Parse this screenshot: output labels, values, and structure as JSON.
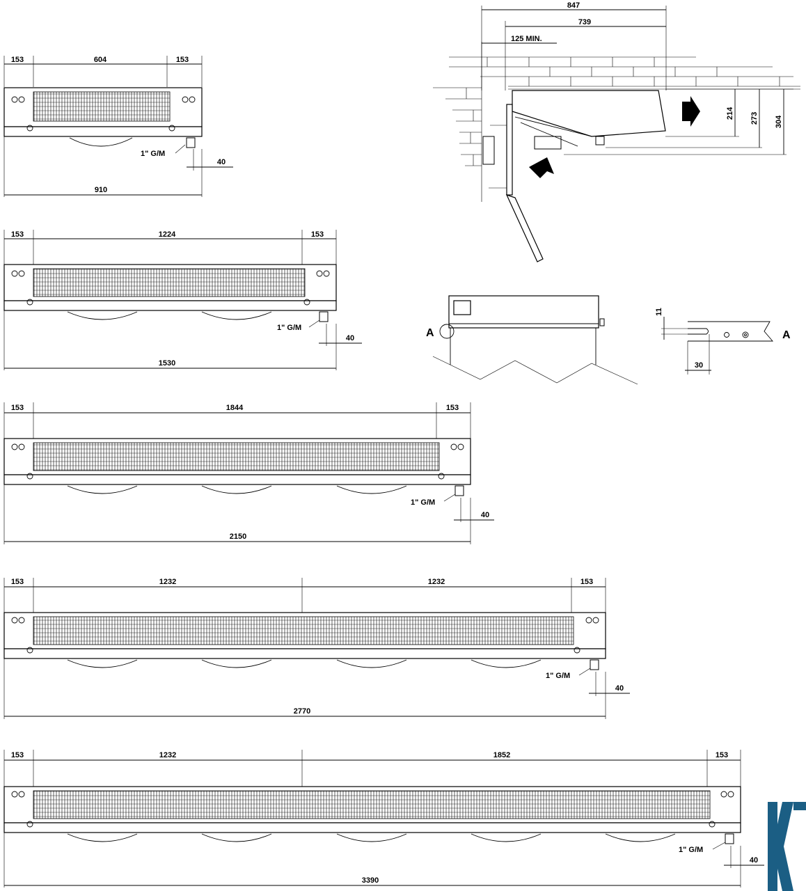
{
  "units": [
    {
      "id": "u1",
      "fans": 1,
      "side_left": "153",
      "spans": [
        "604"
      ],
      "side_right": "153",
      "connection": "1\" G/M",
      "offset": "40",
      "total": "910"
    },
    {
      "id": "u2",
      "fans": 2,
      "side_left": "153",
      "spans": [
        "1224"
      ],
      "side_right": "153",
      "connection": "1\" G/M",
      "offset": "40",
      "total": "1530"
    },
    {
      "id": "u3",
      "fans": 3,
      "side_left": "153",
      "spans": [
        "1844"
      ],
      "side_right": "153",
      "connection": "1\" G/M",
      "offset": "40",
      "total": "2150"
    },
    {
      "id": "u4",
      "fans": 4,
      "side_left": "153",
      "spans": [
        "1232",
        "1232"
      ],
      "side_right": "153",
      "connection": "1\" G/M",
      "offset": "40",
      "total": "2770"
    },
    {
      "id": "u5",
      "fans": 5,
      "side_left": "153",
      "spans": [
        "1232",
        "1852"
      ],
      "side_right": "153",
      "connection": "1\" G/M",
      "offset": "40",
      "total": "3390"
    }
  ],
  "side_view": {
    "dim_overall": "847",
    "dim_body": "739",
    "dim_clearance": "125 MIN.",
    "dim_h1": "214",
    "dim_h2": "273",
    "dim_h3": "304"
  },
  "detail": {
    "marker": "A",
    "label": "A",
    "slot_width": "11",
    "slot_depth": "30"
  },
  "logo": {
    "text": "K",
    "color": "#1b5e84"
  }
}
